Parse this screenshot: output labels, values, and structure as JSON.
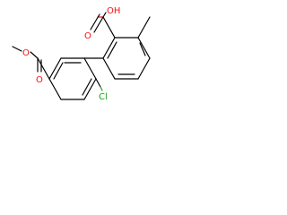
{
  "molecule": {
    "atom_labels": {
      "hydroxyl": "OH",
      "carboxyl_carbonyl_o": "O",
      "ester_carbonyl_o": "O",
      "ester_ether_o": "O",
      "chlorine": "Cl"
    },
    "colors": {
      "bond": "#000000",
      "oxygen": "#ff0d0d",
      "chlorine": "#1fa01f"
    }
  }
}
